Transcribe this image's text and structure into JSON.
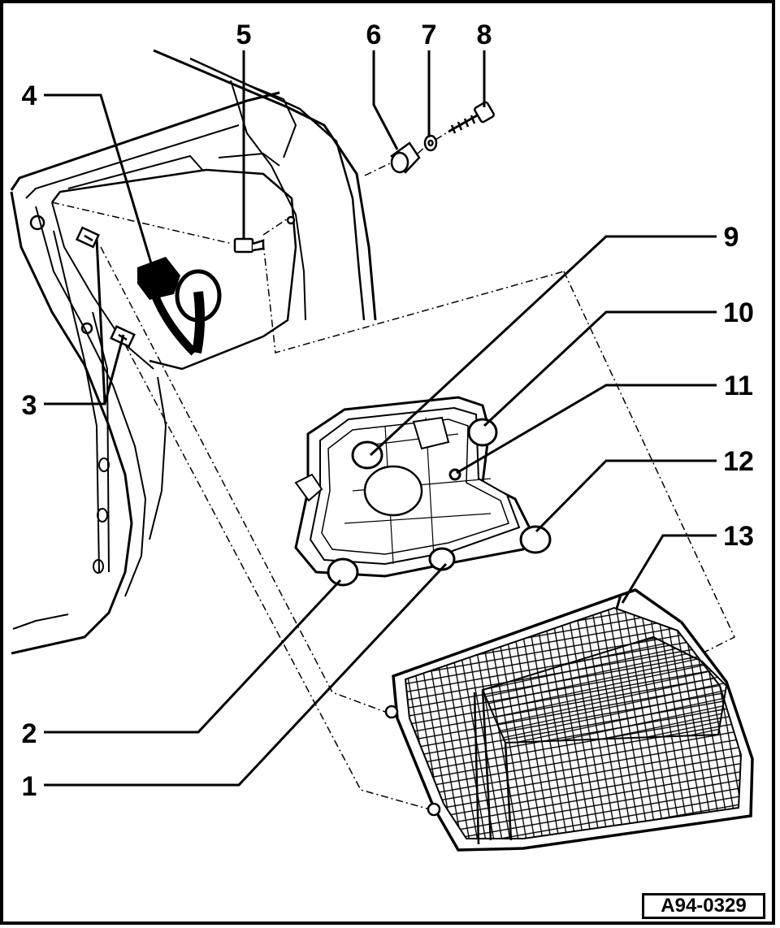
{
  "figure": {
    "reference_code": "A94-0329",
    "callouts": [
      {
        "id": "1",
        "label": "1"
      },
      {
        "id": "2",
        "label": "2"
      },
      {
        "id": "3",
        "label": "3"
      },
      {
        "id": "4",
        "label": "4"
      },
      {
        "id": "5",
        "label": "5"
      },
      {
        "id": "6",
        "label": "6"
      },
      {
        "id": "7",
        "label": "7"
      },
      {
        "id": "8",
        "label": "8"
      },
      {
        "id": "9",
        "label": "9"
      },
      {
        "id": "10",
        "label": "10"
      },
      {
        "id": "11",
        "label": "11"
      },
      {
        "id": "12",
        "label": "12"
      },
      {
        "id": "13",
        "label": "13"
      }
    ]
  }
}
